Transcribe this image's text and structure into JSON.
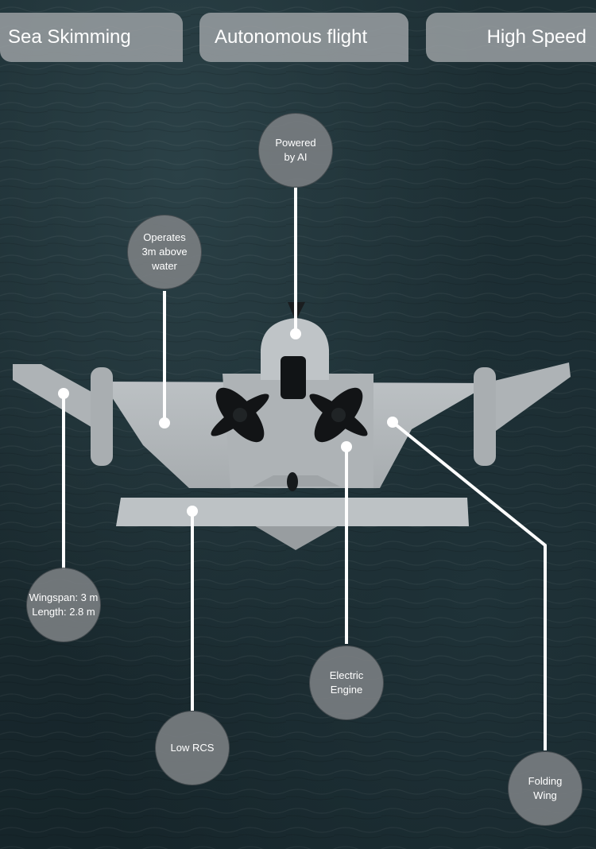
{
  "tabs": [
    {
      "label": "Sea Skimming"
    },
    {
      "label": "Autonomous flight"
    },
    {
      "label": "High Speed"
    }
  ],
  "callouts": [
    {
      "label": "Powered\nby AI"
    },
    {
      "label": "Operates\n3m above\nwater"
    },
    {
      "label": "Wingspan: 3 m\nLength: 2.8 m"
    },
    {
      "label": "Low RCS"
    },
    {
      "label": "Electric\nEngine"
    },
    {
      "label": "Folding\nWing"
    }
  ],
  "colors": {
    "sea": "#1b2c31",
    "aircraft": "#b3b8bb",
    "tab_fill": "#969c9f",
    "bubble_fill": "#7a7e82",
    "leader_line": "#ffffff"
  },
  "icons": [
    "aircraft-illustration",
    "propeller-icon",
    "callout-dot-icon"
  ]
}
